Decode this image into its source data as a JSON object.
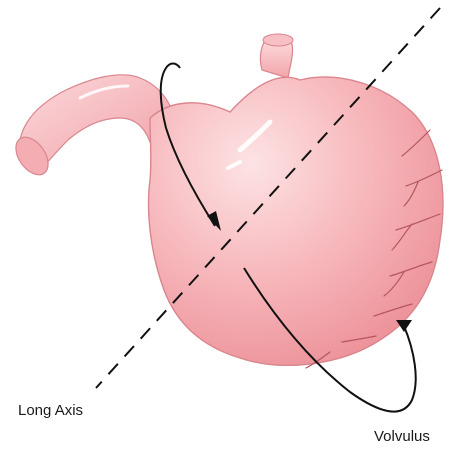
{
  "labels": {
    "long_axis": "Long Axis",
    "volvulus": "Volvulus"
  },
  "colors": {
    "stomach_fill_light": "#fbd7d8",
    "stomach_fill_mid": "#f4aaaf",
    "stomach_fill_dark": "#ec8790",
    "stomach_outline": "#d9868d",
    "vessel": "#b5565f",
    "axis_line": "#111111",
    "arrow": "#111111"
  },
  "icons": {
    "stomach": "stomach-illustration",
    "axis": "dashed-long-axis",
    "rotation_arrow": "curved-rotation-arrow"
  }
}
